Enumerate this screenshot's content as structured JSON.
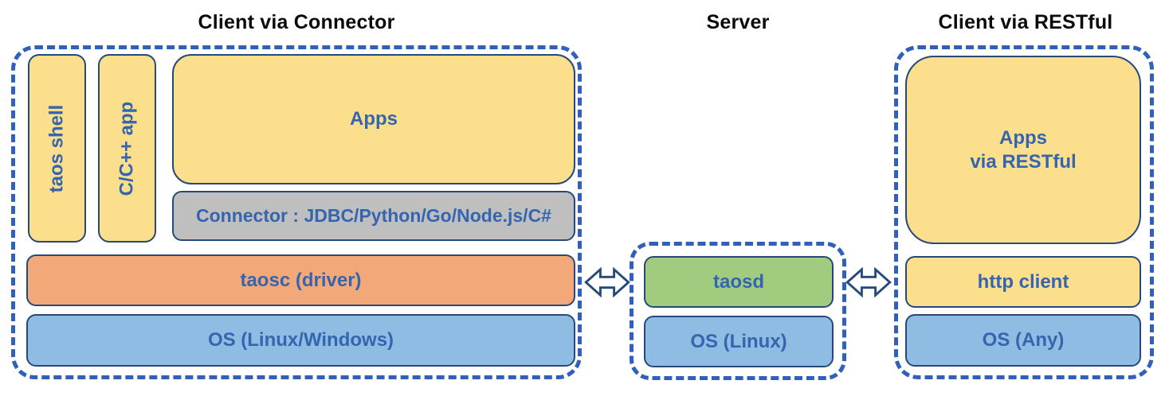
{
  "sections": {
    "client_connector": {
      "title": "Client via Connector",
      "taos_shell": "taos shell",
      "c_cpp_app": "C/C++ app",
      "apps": "Apps",
      "connector": "Connector : JDBC/Python/Go/Node.js/C#",
      "taosc": "taosc (driver)",
      "os": "OS (Linux/Windows)"
    },
    "server": {
      "title": "Server",
      "taosd": "taosd",
      "os": "OS (Linux)"
    },
    "client_restful": {
      "title": "Client via RESTful",
      "apps": "Apps\nvia RESTful",
      "http_client": "http client",
      "os": "OS (Any)"
    }
  },
  "icons": {
    "left_link": "bidirectional-arrow",
    "right_link": "bidirectional-arrow"
  },
  "colors": {
    "yellow": "#FBDF8D",
    "orange": "#F3A879",
    "blue": "#8FBCE3",
    "green": "#A1CC80",
    "gray": "#BFBFBF",
    "dash_border": "#3060BB",
    "box_border": "#27497A",
    "text_blue": "#3565AF",
    "title_black": "#0A0A0A",
    "bg": "#FFFFFF"
  }
}
